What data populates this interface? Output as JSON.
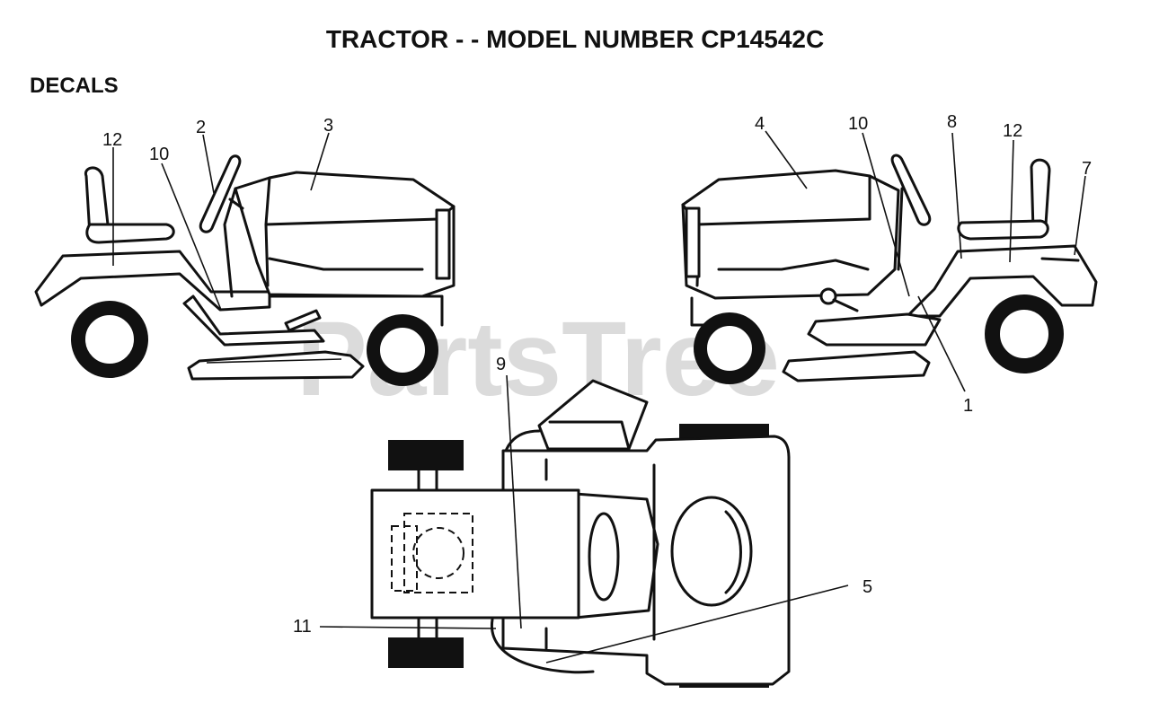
{
  "title": "TRACTOR - - MODEL NUMBER CP14542C",
  "section": "DECALS",
  "watermark": "PartsTree",
  "callouts": {
    "left_view": [
      "12",
      "2",
      "3",
      "10"
    ],
    "right_view": [
      "4",
      "10",
      "8",
      "12",
      "7",
      "1"
    ],
    "top_view": [
      "9",
      "5",
      "11"
    ]
  }
}
